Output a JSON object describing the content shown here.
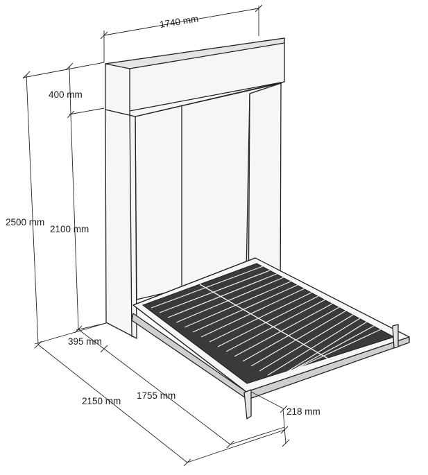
{
  "dimensions": {
    "top_width": "1740 mm",
    "header_height": "400 mm",
    "total_height": "2500 mm",
    "cabinet_height": "2100 mm",
    "depth_closed": "395 mm",
    "bed_length": "1755 mm",
    "total_depth_open": "2150 mm",
    "leg_height": "218 mm"
  },
  "icons": {
    "dimension_ticks": "slash-tick-mark"
  }
}
